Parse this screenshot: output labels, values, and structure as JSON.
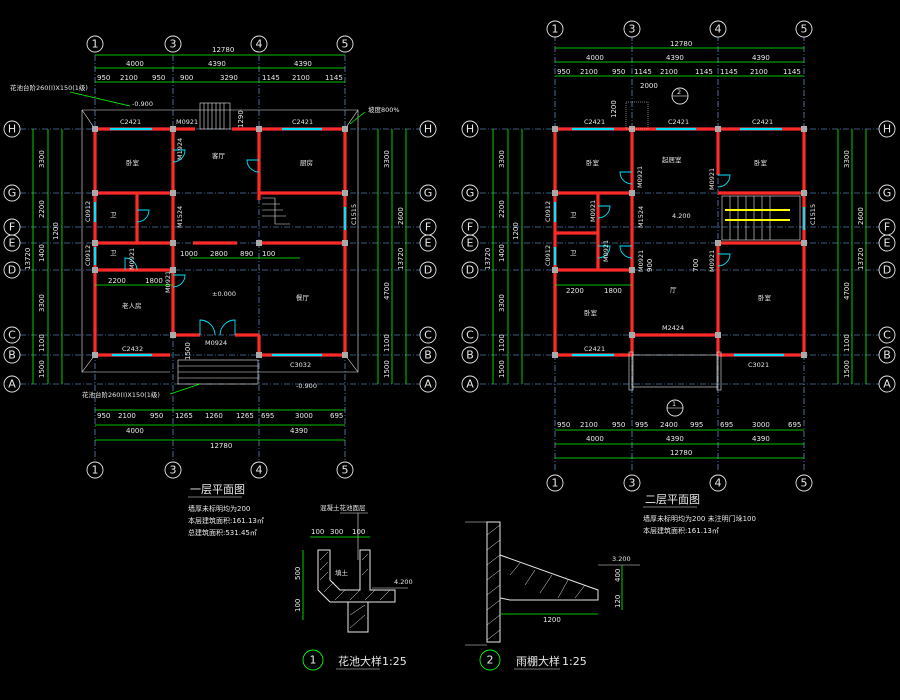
{
  "grid_cols": [
    "1",
    "3",
    "4",
    "5"
  ],
  "grid_rows": [
    "H",
    "G",
    "F",
    "E",
    "D",
    "C",
    "B",
    "A"
  ],
  "plan1": {
    "top_total": "12780",
    "top_segments": [
      "4000",
      "4390",
      "4390"
    ],
    "top_detail": [
      "950",
      "2100",
      "950",
      "900",
      "3290",
      "1145",
      "2100",
      "1145"
    ],
    "bottom_detail": [
      "950",
      "2100",
      "950",
      "1265",
      "1260",
      "1265",
      "695",
      "3000",
      "695"
    ],
    "bottom_segments": [
      "4000",
      "4390"
    ],
    "bottom_total": "12780",
    "left_dims": [
      "3300",
      "2200",
      "1400",
      "1200",
      "3300",
      "1100",
      "1500"
    ],
    "left_total": "13720",
    "right_dims": [
      "3300",
      "2600",
      "4700",
      "1100",
      "1500"
    ],
    "right_total": "13720",
    "windows": [
      "C2421",
      "C2421",
      "C2432",
      "C3032",
      "C1515",
      "C0912",
      "C0912"
    ],
    "doors": [
      "M0921",
      "M0924",
      "M0921",
      "M0921",
      "M1524",
      "M1924"
    ],
    "rooms": [
      "卧室",
      "客厅",
      "厨房",
      "老人房",
      "餐厅",
      "卫",
      "卫"
    ],
    "elev_level": "±0.000",
    "elev_lower": "-0.900",
    "elev_top": "-0.900",
    "note_flower_top": "花池台阶260(I)X150(1级)",
    "note_flower_bottom": "花池台阶260(I)X150(1级)",
    "note_slope": "坡度800%",
    "dim_1800": "1800",
    "dim_2200": "2200",
    "dim_2800": "2800",
    "dim_1000": "1000",
    "dim_890": "890",
    "dim_100": "100",
    "dim_1500": "1500",
    "dim_1290": "1290",
    "title": "一层平面图",
    "notes": [
      "墙厚未标明均为200",
      "本层建筑面积:161.13㎡",
      "总建筑面积:531.45㎡"
    ]
  },
  "plan2": {
    "top_total": "12780",
    "top_segments": [
      "4000",
      "4390",
      "4390"
    ],
    "top_detail": [
      "950",
      "2100",
      "950",
      "1145",
      "2100",
      "1145",
      "1145",
      "2100",
      "1145"
    ],
    "top_small": "2000",
    "top_small2": "1200",
    "bottom_detail": [
      "950",
      "2100",
      "950",
      "995",
      "2400",
      "995",
      "695",
      "3000",
      "695"
    ],
    "bottom_segments": [
      "4000",
      "4390",
      "4390"
    ],
    "bottom_total": "12780",
    "left_dims": [
      "3300",
      "2200",
      "1400",
      "1200",
      "3300",
      "1100",
      "1500"
    ],
    "left_total": "13720",
    "right_dims": [
      "3300",
      "2600",
      "4700",
      "1100",
      "1500"
    ],
    "right_total": "13720",
    "windows": [
      "C2421",
      "C2421",
      "C2421",
      "C2421",
      "C3021",
      "C1515",
      "C0912",
      "C0912"
    ],
    "doors": [
      "M0921",
      "M0921",
      "M0921",
      "M0921",
      "M0921",
      "M0921",
      "M1524",
      "M2424"
    ],
    "rooms": [
      "卧室",
      "起居室",
      "卧室",
      "卧室",
      "厅",
      "卧室",
      "卫",
      "卫"
    ],
    "elev_level": "4.200",
    "dim_2200": "2200",
    "dim_1800": "1800",
    "dim_900": "900",
    "dim_700": "700",
    "title": "二层平面图",
    "notes": [
      "墙厚未标明均为200  未注明门垛100",
      "本层建筑面积:161.13㎡"
    ],
    "detail_ref": "2",
    "detail_ref2": "1"
  },
  "detail1": {
    "num": "1",
    "title": "花池大样",
    "scale": "1:25",
    "top_label": "混凝土花池面层",
    "dims": [
      "100",
      "300",
      "100",
      "500",
      "100"
    ],
    "elev": "4.200",
    "fill_label": "填土"
  },
  "detail2": {
    "num": "2",
    "title": "雨棚大样",
    "scale": "1:25",
    "elev": "3.200",
    "dims": [
      "400",
      "120",
      "1200"
    ]
  }
}
